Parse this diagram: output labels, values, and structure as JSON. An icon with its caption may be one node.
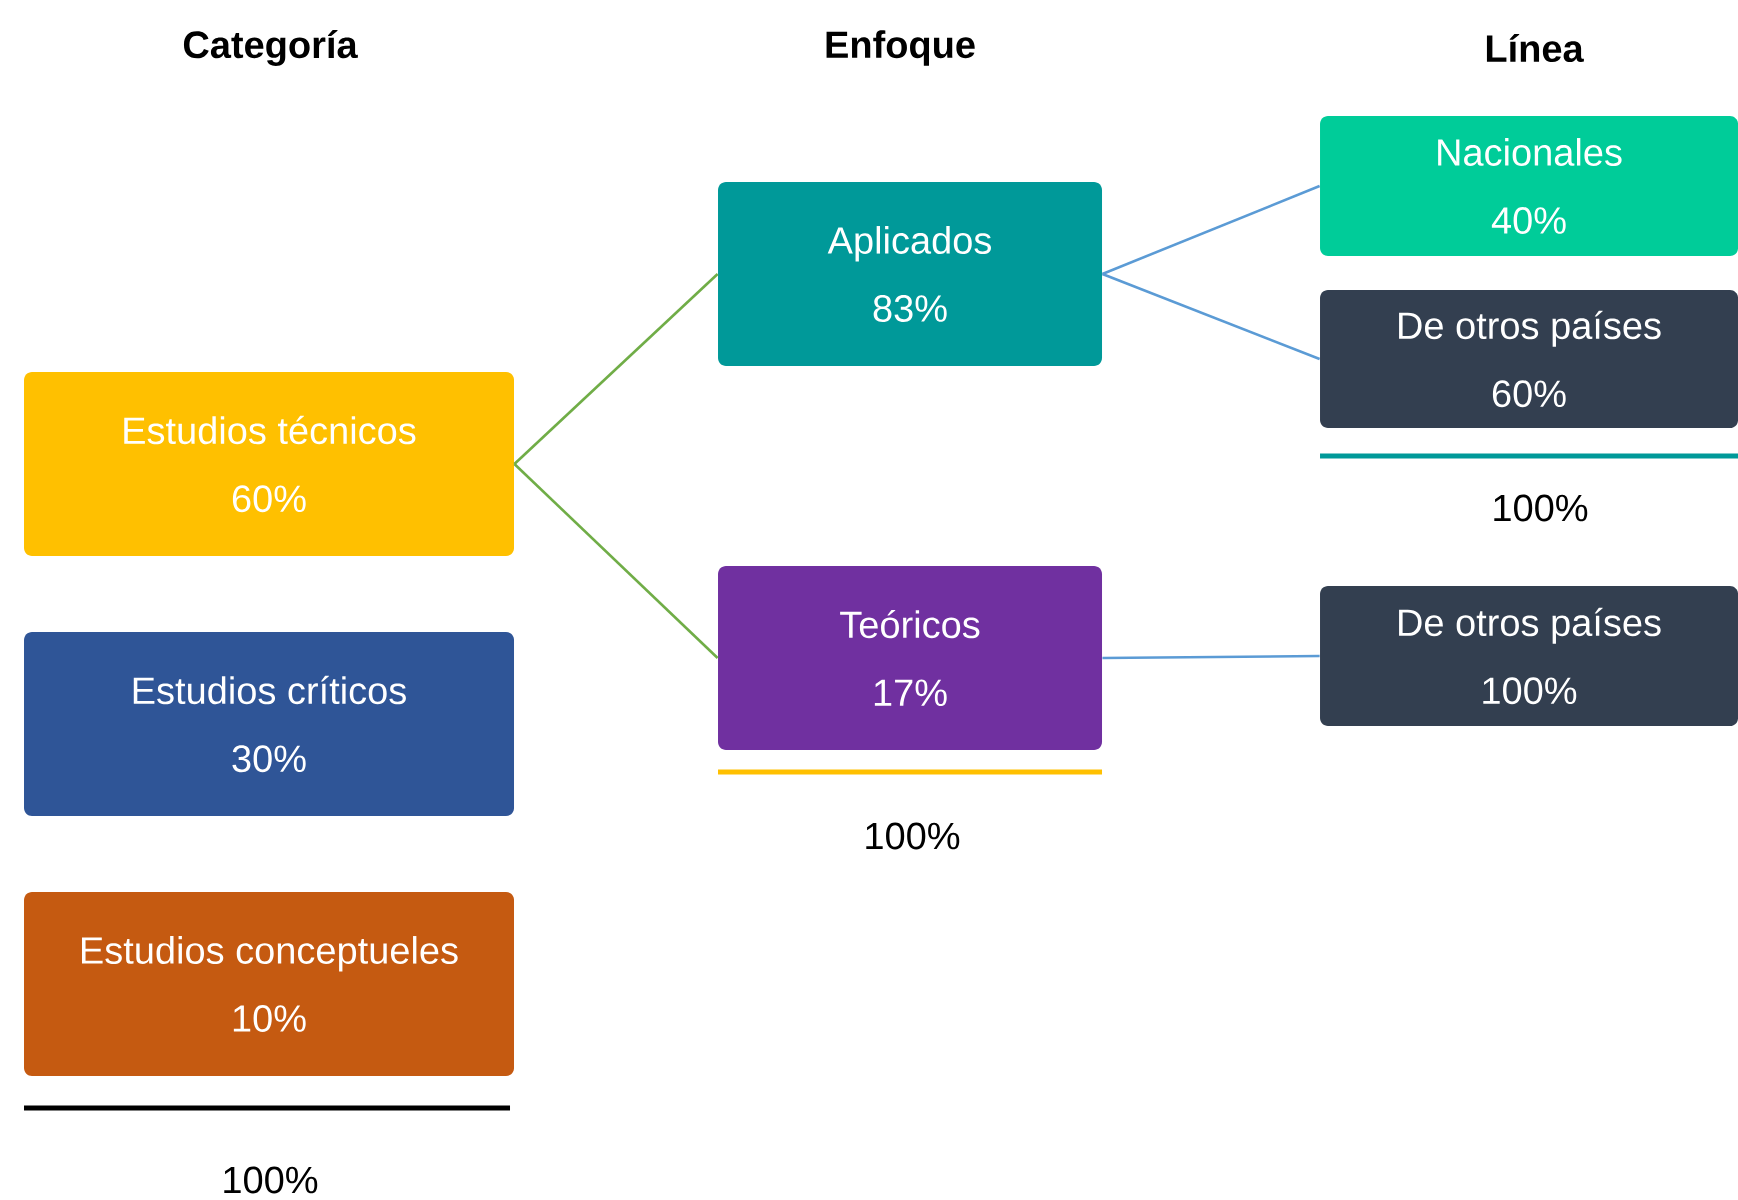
{
  "diagram": {
    "nodes": [
      {
        "text": [
          "Estudios técnicos",
          "60%"
        ]
      },
      {
        "text": [
          "Estudios críticos",
          "30%"
        ]
      },
      {
        "text": [
          "Estudios conceptueles",
          "10%"
        ]
      },
      {
        "text": [
          "Aplicados",
          "83%"
        ]
      },
      {
        "text": [
          "Teóricos",
          "17%"
        ]
      },
      {
        "text": [
          "Nacionales",
          "40%"
        ]
      },
      {
        "text": [
          "De otros países",
          "60%"
        ]
      },
      {
        "text": [
          "De otros países",
          "100%"
        ]
      }
    ],
    "edges": [
      {
        "from": 0,
        "to": 3,
        "arrow": "none",
        "color": "#70ad47"
      },
      {
        "from": 0,
        "to": 4,
        "arrow": "none",
        "color": "#70ad47"
      },
      {
        "from": 3,
        "to": 5,
        "arrow": "none"
      },
      {
        "from": 3,
        "to": 6,
        "arrow": "none"
      },
      {
        "from": 4,
        "to": 7,
        "arrow": "none"
      }
    ],
    "labels": [
      "Categoría",
      "Enfoque",
      "Línea",
      "100%",
      "100%",
      "100%"
    ]
  }
}
